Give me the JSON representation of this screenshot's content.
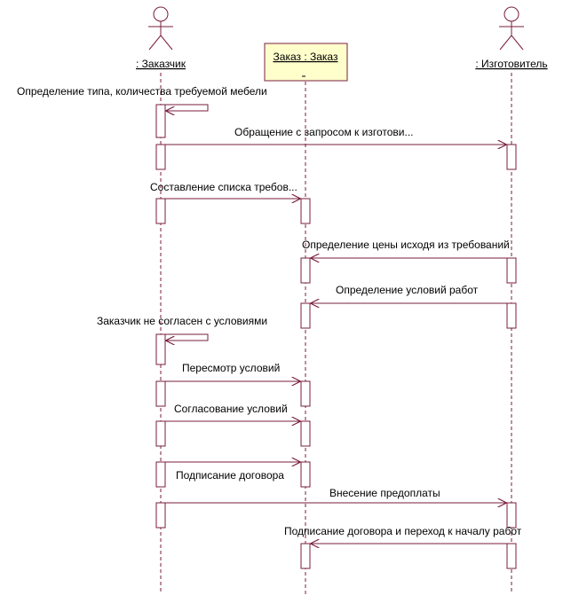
{
  "colors": {
    "line": "#7a1d3f",
    "object_fill": "#ffffcc",
    "text": "#000000"
  },
  "participants": {
    "customer": {
      "name": ": Заказчик",
      "kind": "actor"
    },
    "order": {
      "name": "Заказ : Заказ",
      "kind": "object"
    },
    "manufacturer": {
      "name": ": Изготовитель",
      "kind": "actor"
    }
  },
  "messages": [
    {
      "from": "customer",
      "to": "customer",
      "text": "Определение типа, количества требуемой мебели"
    },
    {
      "from": "customer",
      "to": "manufacturer",
      "text": "Обращение с запросом к изготови..."
    },
    {
      "from": "customer",
      "to": "order",
      "text": "Составление списка требов..."
    },
    {
      "from": "manufacturer",
      "to": "order",
      "text": "Определение цены исходя из требований"
    },
    {
      "from": "manufacturer",
      "to": "order",
      "text": "Определение условий работ"
    },
    {
      "from": "customer",
      "to": "customer",
      "text": "Заказчик не согласен с условиями"
    },
    {
      "from": "customer",
      "to": "order",
      "text": "Пересмотр условий"
    },
    {
      "from": "customer",
      "to": "order",
      "text": "Согласование условий"
    },
    {
      "from": "customer",
      "to": "order",
      "text": "Подписание договора"
    },
    {
      "from": "customer",
      "to": "manufacturer",
      "text": "Внесение предоплаты"
    },
    {
      "from": "manufacturer",
      "to": "order",
      "text": "Подписание договора и переход к началу работ"
    }
  ]
}
